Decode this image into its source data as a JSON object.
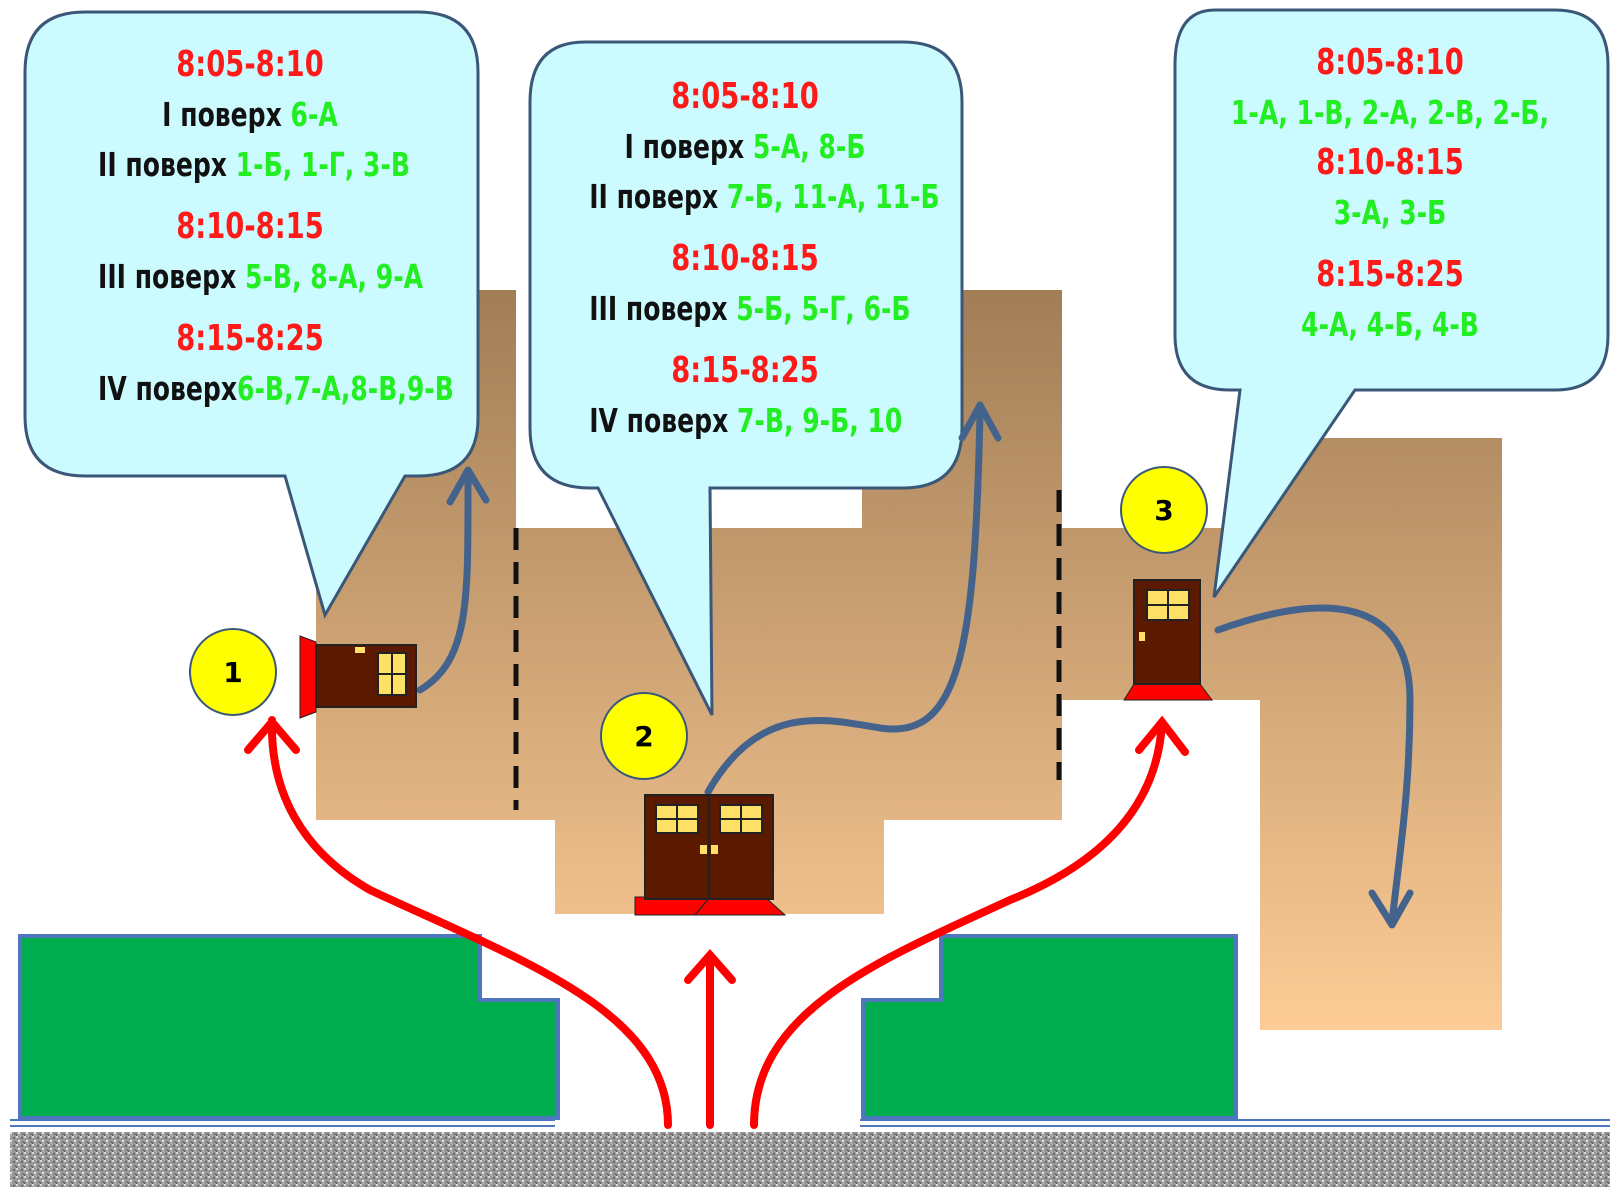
{
  "entrances": [
    {
      "number": "1",
      "schedule": [
        {
          "time": "8:05-8:10",
          "lines": [
            {
              "floor": "I поверх",
              "classes": "6-А"
            },
            {
              "floor": "II поверх",
              "classes": "1-Б, 1-Г, 3-В"
            }
          ]
        },
        {
          "time": "8:10-8:15",
          "lines": [
            {
              "floor": "III поверх",
              "classes": "5-В, 8-А, 9-А"
            }
          ]
        },
        {
          "time": "8:15-8:25",
          "lines": [
            {
              "floor": "IV поверх",
              "classes": "6-В,7-А,8-В,9-В"
            }
          ]
        }
      ]
    },
    {
      "number": "2",
      "schedule": [
        {
          "time": "8:05-8:10",
          "lines": [
            {
              "floor": "I поверх",
              "classes": "5-А, 8-Б"
            },
            {
              "floor": "II поверх",
              "classes": "7-Б, 11-А, 11-Б"
            }
          ]
        },
        {
          "time": "8:10-8:15",
          "lines": [
            {
              "floor": "III поверх",
              "classes": "5-Б, 5-Г, 6-Б"
            }
          ]
        },
        {
          "time": "8:15-8:25",
          "lines": [
            {
              "floor": "IV поверх",
              "classes": "7-В, 9-Б, 10"
            }
          ]
        }
      ]
    },
    {
      "number": "3",
      "schedule": [
        {
          "time": "8:05-8:10",
          "lines": [
            {
              "floor": "",
              "classes": "1-А, 1-В, 2-А, 2-В, 2-Б,"
            }
          ]
        },
        {
          "time": "8:10-8:15",
          "lines": [
            {
              "floor": "",
              "classes": "3-А, 3-Б"
            }
          ]
        },
        {
          "time": "8:15-8:25",
          "lines": [
            {
              "floor": "",
              "classes": "4-А, 4-Б, 4-В"
            }
          ]
        }
      ]
    }
  ],
  "colors": {
    "time": "#ff1a1a",
    "floor": "#111111",
    "classes": "#22ee22",
    "bubble_fill": "#ccfbff",
    "building_top": "#a07c55",
    "building_bottom": "#fcca94",
    "lawn": "#00ad4f",
    "red_arrow": "#ff0000",
    "blue_arrow": "#44638c",
    "badge": "#ffff00",
    "door": "#5b1a00"
  },
  "icons": [
    "door-icon",
    "double-door-icon",
    "red-arrow-icon",
    "blue-arrow-icon"
  ]
}
